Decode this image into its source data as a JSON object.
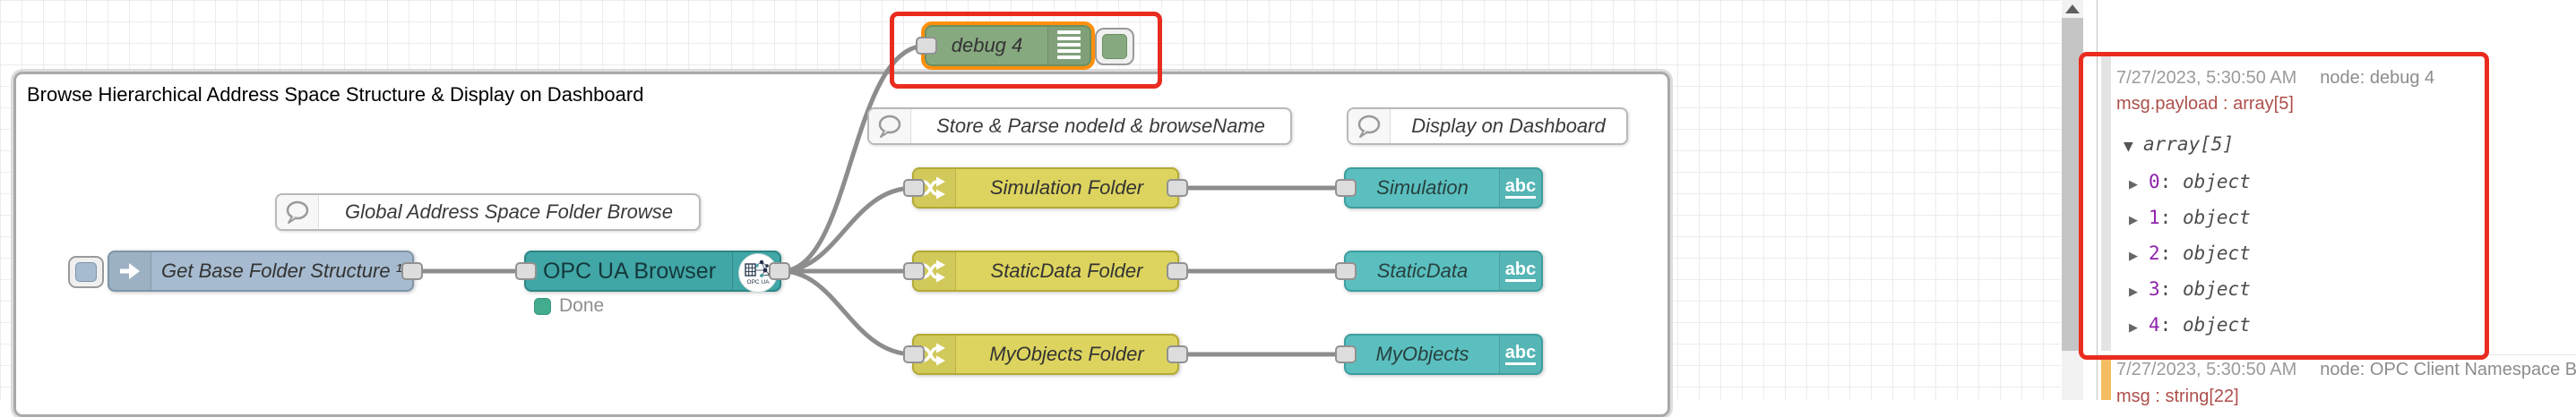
{
  "flow": {
    "group_label": "Browse Hierarchical Address Space Structure & Display on Dashboard",
    "inject_label": "Get Base Folder Structure ¹",
    "browser_label": "OPC UA Browser",
    "browser_badge": "OPC UA",
    "browser_status": "Done",
    "debug_label": "debug 4",
    "comment_global": "Global Address Space Folder Browse",
    "comment_store": "Store & Parse nodeId & browseName",
    "comment_display": "Display on Dashboard",
    "abc_icon": "abc",
    "rows": [
      {
        "switch": "Simulation Folder",
        "text": "Simulation"
      },
      {
        "switch": "StaticData Folder",
        "text": "StaticData"
      },
      {
        "switch": "MyObjects Folder",
        "text": "MyObjects"
      }
    ]
  },
  "sidebar": {
    "messages": [
      {
        "meta_time": "7/27/2023, 5:30:50 AM",
        "meta_node": "node: debug 4",
        "property": "msg.payload : array[5]",
        "root": "array[5]",
        "expand_caret": "▼",
        "collapse_caret": "▶",
        "items": [
          {
            "index": "0",
            "sep": ": ",
            "type": "object"
          },
          {
            "index": "1",
            "sep": ": ",
            "type": "object"
          },
          {
            "index": "2",
            "sep": ": ",
            "type": "object"
          },
          {
            "index": "3",
            "sep": ": ",
            "type": "object"
          },
          {
            "index": "4",
            "sep": ": ",
            "type": "object"
          }
        ]
      },
      {
        "meta_time": "7/27/2023, 5:30:50 AM",
        "meta_node": "node: OPC Client Namespace Brow",
        "property": "msg : string[22]"
      }
    ]
  },
  "colors": {
    "inject_node": "#a6bbcf",
    "browser_node": "#41a6a6",
    "debug_node": "#87a980",
    "switch_node": "#ddd45f",
    "text_node": "#5bbfbf",
    "selection_outline": "#ff8f0e",
    "annotation_red": "#ea2c1f",
    "status_green": "#43ab8e",
    "msg_property_red": "#ae4f4b",
    "msg_index_purple": "#8e24aa",
    "msg_accent_orange": "#f5bd62",
    "wire_gray": "#8d8d8d"
  }
}
